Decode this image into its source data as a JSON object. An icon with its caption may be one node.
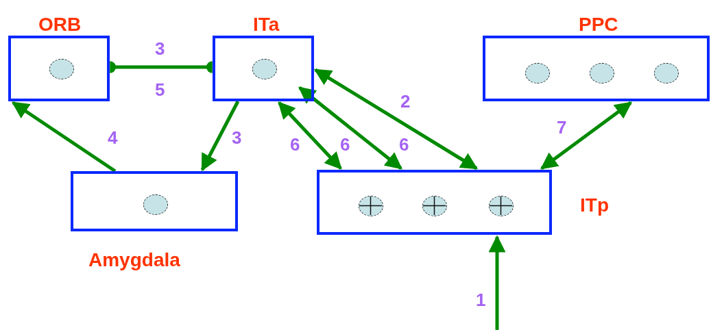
{
  "diagram": {
    "nodes": [
      {
        "text": [
          "ORB"
        ]
      },
      {
        "text": [],
        "shape": "circle",
        "in": 0
      },
      {
        "text": [
          "ITa"
        ]
      },
      {
        "text": [],
        "shape": "circle",
        "in": 2
      },
      {
        "text": [
          "PPC"
        ]
      },
      {
        "text": [],
        "shape": "circle",
        "in": 4
      },
      {
        "text": [],
        "shape": "circle",
        "in": 4
      },
      {
        "text": [],
        "shape": "circle",
        "in": 4
      },
      {
        "text": [
          "Amygdala"
        ]
      },
      {
        "text": [],
        "shape": "circle",
        "in": 8
      },
      {
        "text": [
          "ITp"
        ]
      },
      {
        "text": [],
        "shape": "circle",
        "in": 10
      },
      {
        "text": [],
        "shape": "circle",
        "in": 10
      },
      {
        "text": [],
        "shape": "circle",
        "in": 10
      }
    ],
    "edges": [
      {
        "from": 0,
        "to": 2,
        "arrow": "other",
        "label": "3"
      },
      {
        "from": 8,
        "to": 0,
        "arrow": "to",
        "label": "4"
      },
      {
        "from": 2,
        "to": 8,
        "arrow": "to",
        "label": "3"
      },
      {
        "from": 2,
        "to": 10,
        "arrow": "both",
        "label": "6"
      },
      {
        "from": 2,
        "to": 10,
        "arrow": "both",
        "label": "6"
      },
      {
        "from": 2,
        "to": 10,
        "arrow": "both",
        "label": "2"
      },
      {
        "from": 4,
        "to": 10,
        "arrow": "both",
        "label": "7"
      },
      {
        "from": null,
        "to": 10,
        "arrow": "to",
        "label": "1"
      }
    ],
    "labels": [
      "5",
      "6"
    ]
  }
}
